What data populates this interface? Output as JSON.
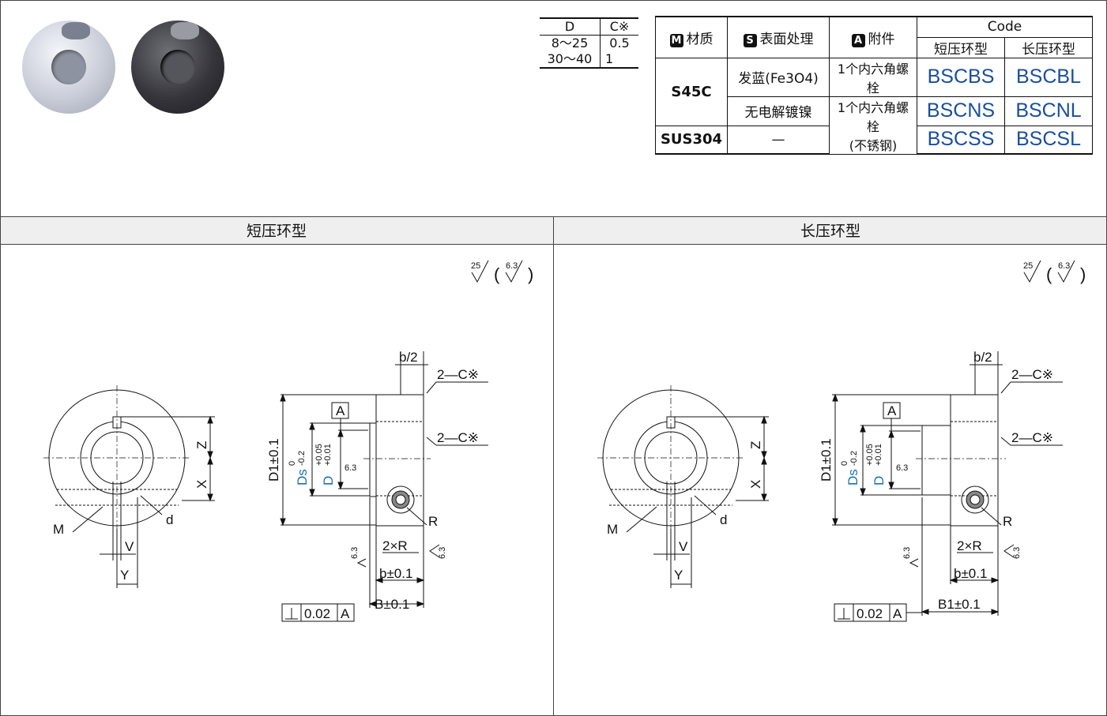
{
  "size_table": {
    "headers": [
      "D",
      "C※"
    ],
    "rows": [
      [
        "8～25",
        "0.5"
      ],
      [
        "30～40",
        "1"
      ]
    ]
  },
  "spec_table": {
    "material_tag": "M",
    "material_label": "材质",
    "surface_tag": "S",
    "surface_label": "表面处理",
    "accessory_tag": "A",
    "accessory_label": "附件",
    "code_header": "Code",
    "short_type": "短压环型",
    "long_type": "长压环型",
    "rows": [
      {
        "material": "S45C",
        "surface": "发蓝(Fe3O4)",
        "accessory": "1个内六角螺栓",
        "short_code": "BSCBS",
        "long_code": "BSCBL"
      },
      {
        "material": "",
        "surface": "无电解镀镍",
        "accessory": "1个内六角螺栓",
        "short_code": "BSCNS",
        "long_code": "BSCNL"
      },
      {
        "material": "SUS304",
        "surface": "—",
        "accessory": "(不锈钢)",
        "short_code": "BSCSS",
        "long_code": "BSCSL"
      }
    ]
  },
  "sections": {
    "left_title": "短压环型",
    "right_title": "长压环型"
  },
  "drawing_labels": {
    "rough_25": "25",
    "rough_63": "6.3",
    "b_half": "b/2",
    "chamfer": "2—C※",
    "datum": "A",
    "d1": "D1±0.1",
    "ds": "Ds",
    "ds_tol_upper": "0",
    "ds_tol_lower": "-0.2",
    "d": "D",
    "d_tol_upper": "+0.05",
    "d_tol_lower": "+0.01",
    "z": "Z",
    "x": "X",
    "m": "M",
    "small_d": "d",
    "v": "V",
    "y": "Y",
    "r": "R",
    "two_r": "2×R",
    "b_tol": "b±0.1",
    "big_b": "B±0.1",
    "big_b1": "B1±0.1",
    "perp_value": "0.02",
    "perp_datum": "A"
  },
  "colors": {
    "code_blue": "#1a4ea0",
    "dim_blue": "#1a6fb5"
  }
}
